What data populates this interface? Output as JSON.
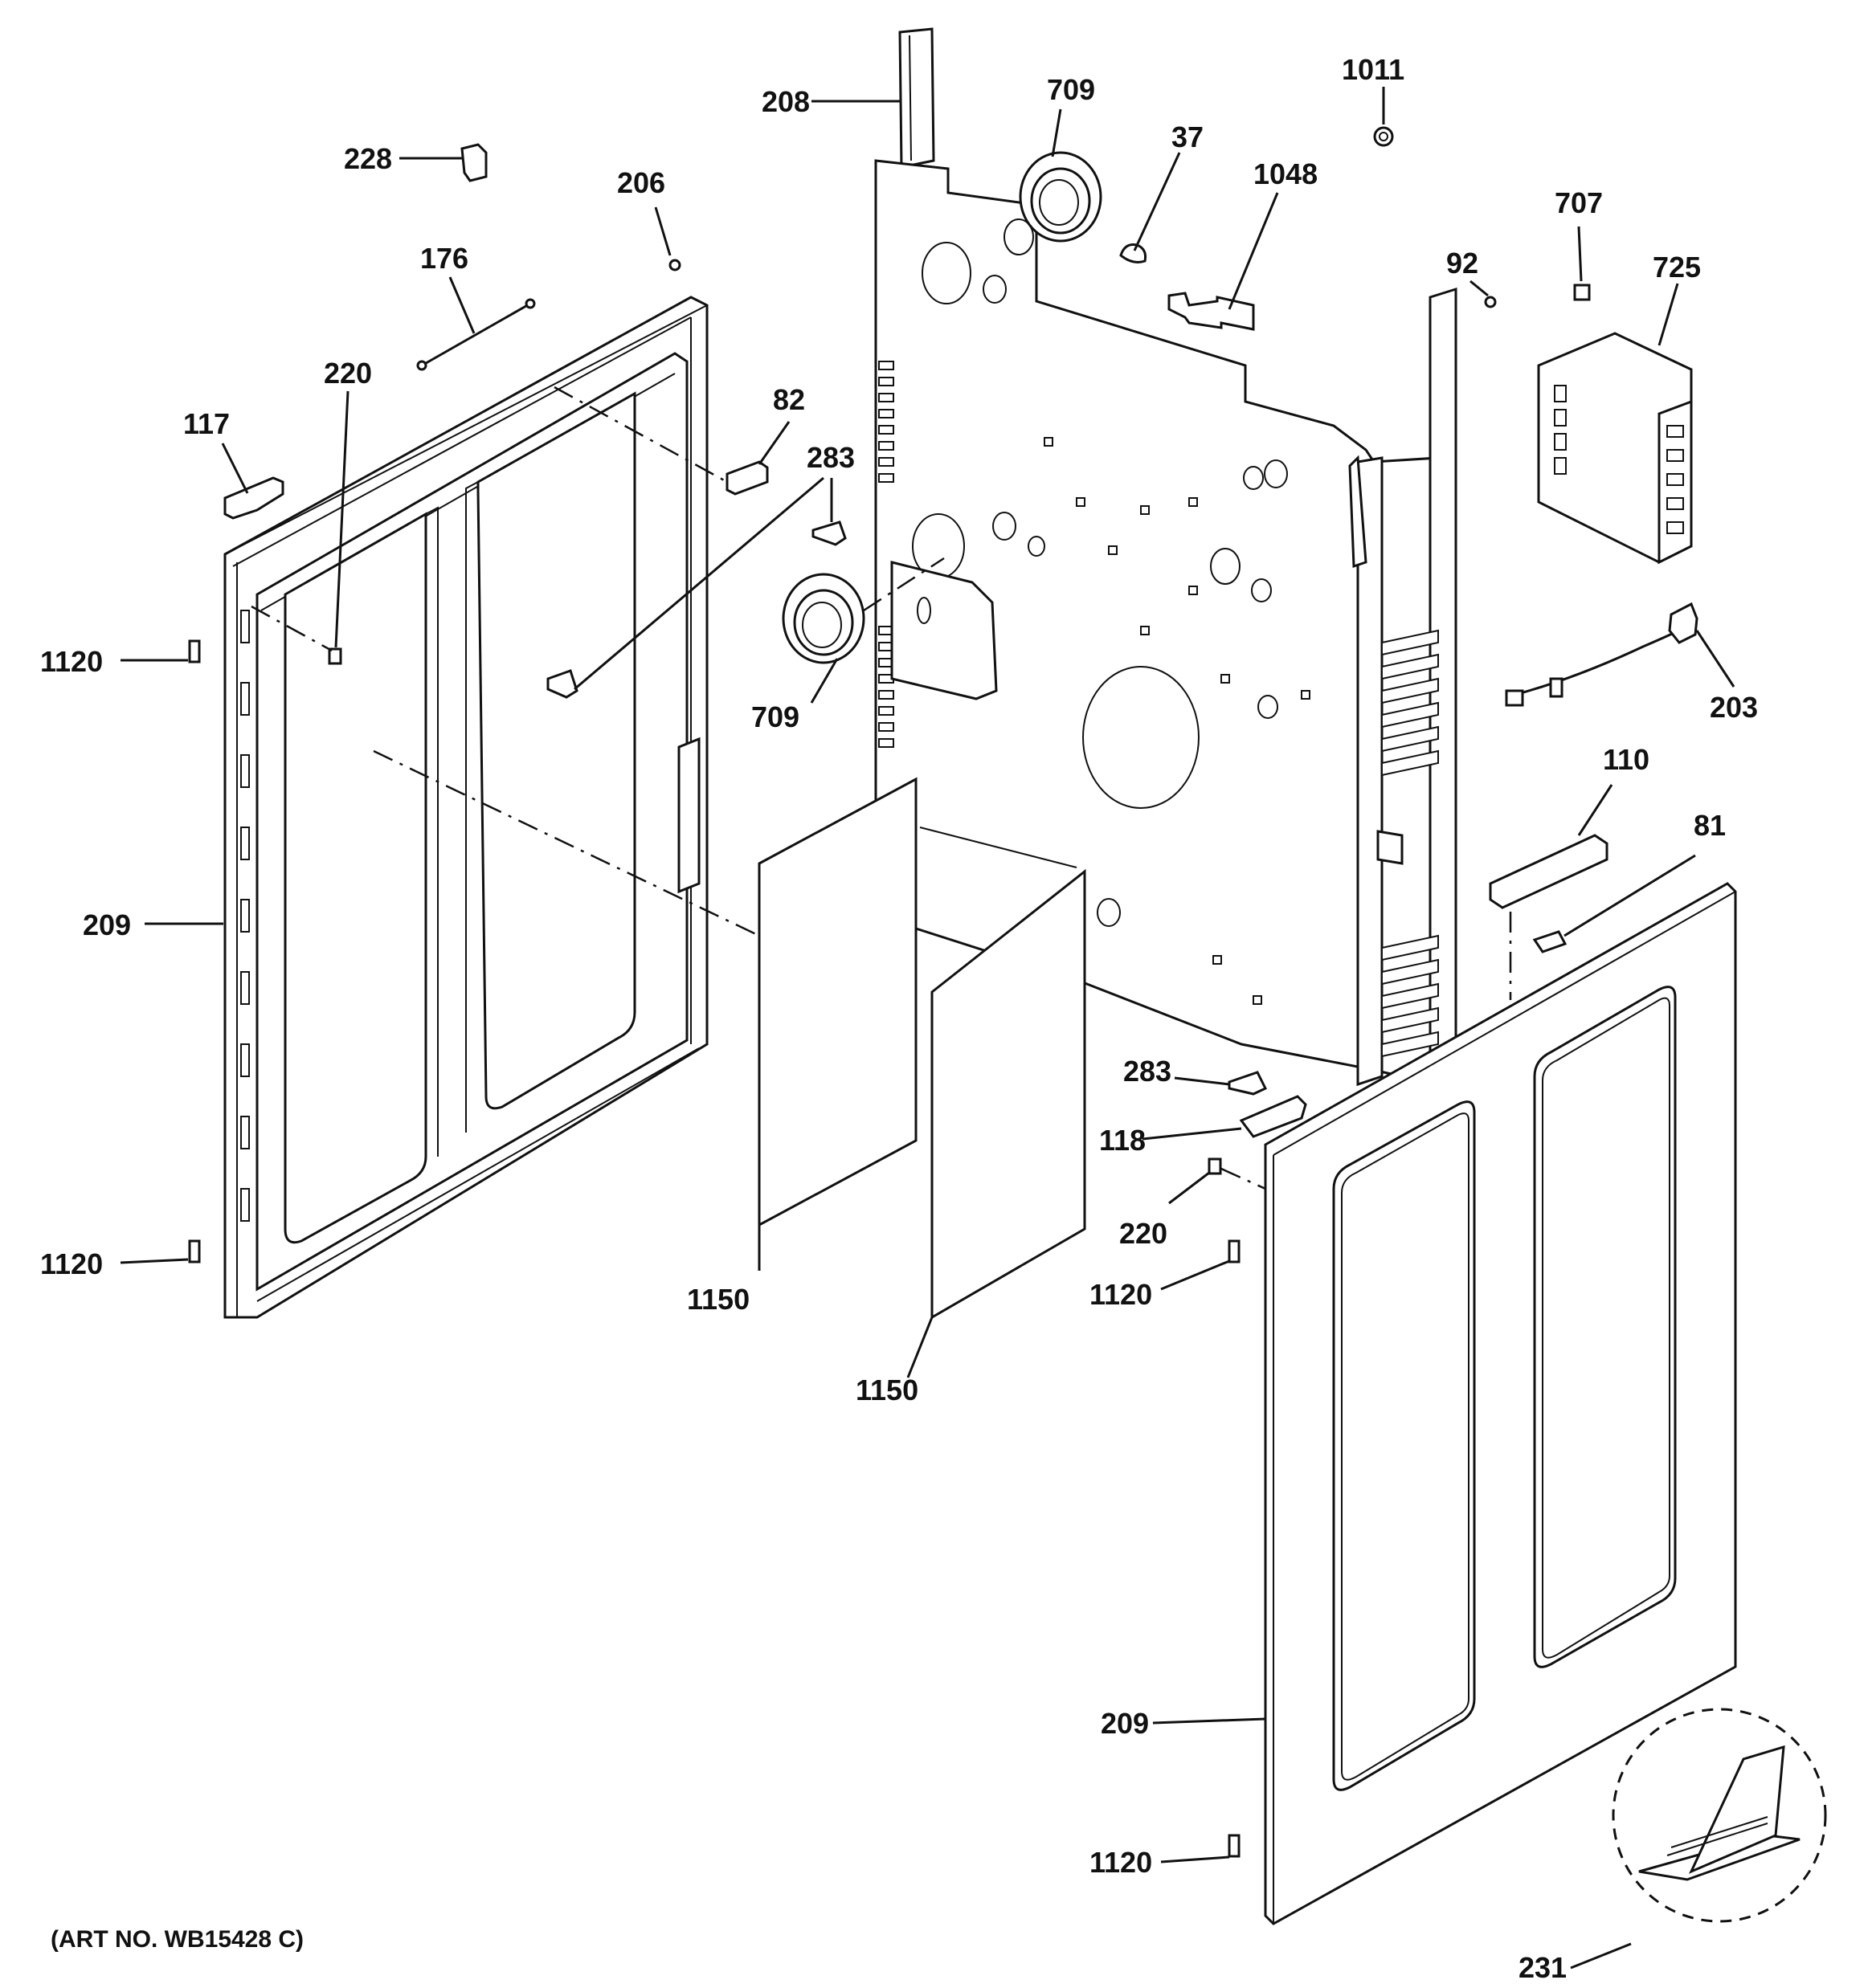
{
  "art_number": "(ART NO. WB15428 C)",
  "callouts": {
    "c208": "208",
    "c709_top": "709",
    "c1011": "1011",
    "c37": "37",
    "c1048": "1048",
    "c228": "228",
    "c206": "206",
    "c176": "176",
    "c707": "707",
    "c92": "92",
    "c725": "725",
    "c220_left": "220",
    "c117": "117",
    "c82": "82",
    "c283_top": "283",
    "c1120_left_top": "1120",
    "c709_mid": "709",
    "c203": "203",
    "c110": "110",
    "c81": "81",
    "c209_left": "209",
    "c283_right": "283",
    "c118": "118",
    "c220_right": "220",
    "c1120_left_bottom": "1120",
    "c1150_left": "1150",
    "c1120_right_top": "1120",
    "c1150_right": "1150",
    "c209_right": "209",
    "c1120_right_bottom": "1120",
    "c231": "231"
  }
}
